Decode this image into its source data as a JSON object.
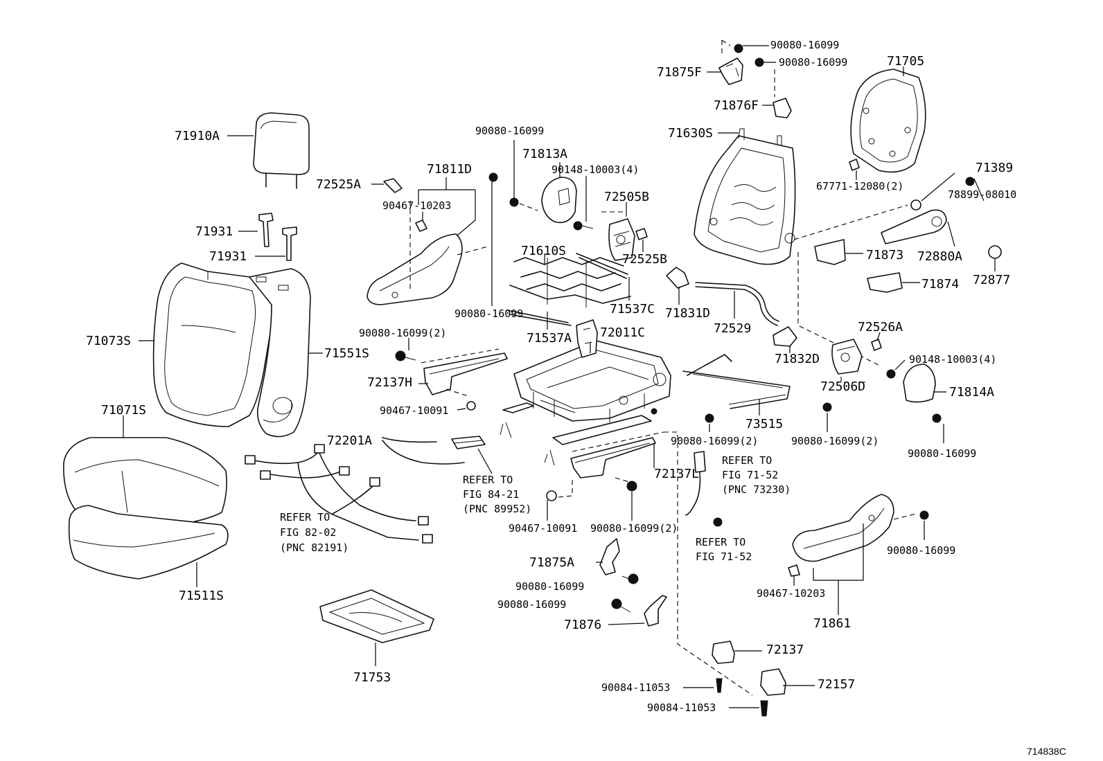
{
  "diagram_code": "714838C",
  "labels": {
    "l71910A": "71910A",
    "l71931a": "71931",
    "l71931b": "71931",
    "l71073S": "71073S",
    "l71551S": "71551S",
    "l71071S": "71071S",
    "l71511S": "71511S",
    "l71753": "71753",
    "l71811D": "71811D",
    "l90467_10203a": "90467-10203",
    "l72525A": "72525A",
    "l90080_16099_a": "90080-16099",
    "l71813A": "71813A",
    "l90148_10003_4a": "90148-10003(4)",
    "l72505B": "72505B",
    "l72525B": "72525B",
    "l71610S": "71610S",
    "l90080_16099_b": "90080-16099",
    "l71537C": "71537C",
    "l71537A": "71537A",
    "l72011C": "72011C",
    "l90080_16099_2a": "90080-16099(2)",
    "l72137H": "72137H",
    "l90467_10091a": "90467-10091",
    "l72201A": "72201A",
    "l72137L": "72137L",
    "l90467_10091b": "90467-10091",
    "l90080_16099_2b": "90080-16099(2)",
    "l71875A": "71875A",
    "l90080_16099_c": "90080-16099",
    "l90080_16099_d": "90080-16099",
    "l71876": "71876",
    "l90080_16099_top1": "90080-16099",
    "l90080_16099_top2": "90080-16099",
    "l71875F": "71875F",
    "l71876F": "71876F",
    "l71705": "71705",
    "l71630S": "71630S",
    "l67771_12080_2": "67771-12080(2)",
    "l71389": "71389",
    "l78899_08010": "78899-08010",
    "l71873": "71873",
    "l72880A": "72880A",
    "l71874": "71874",
    "l72877": "72877",
    "l71831D": "71831D",
    "l72529": "72529",
    "l71832D": "71832D",
    "l72526A": "72526A",
    "l90148_10003_4b": "90148-10003(4)",
    "l72506D": "72506D",
    "l71814A": "71814A",
    "l73515": "73515",
    "l90080_16099_2c": "90080-16099(2)",
    "l90080_16099_2d": "90080-16099(2)",
    "l90080_16099_e": "90080-16099",
    "l90080_16099_f": "90080-16099",
    "l90467_10203b": "90467-10203",
    "l71861": "71861",
    "l72137": "72137",
    "l72157": "72157",
    "l90084_11053a": "90084-11053",
    "l90084_11053b": "90084-11053"
  },
  "references": {
    "fig82": {
      "line1": "REFER TO",
      "line2": "FIG 82-02",
      "line3": "(PNC 82191)"
    },
    "fig84": {
      "line1": "REFER TO",
      "line2": "FIG 84-21",
      "line3": "(PNC 89952)"
    },
    "fig71a": {
      "line1": "REFER TO",
      "line2": "FIG 71-52",
      "line3": "(PNC 73230)"
    },
    "fig71b": {
      "line1": "REFER TO",
      "line2": "FIG 71-52"
    }
  }
}
